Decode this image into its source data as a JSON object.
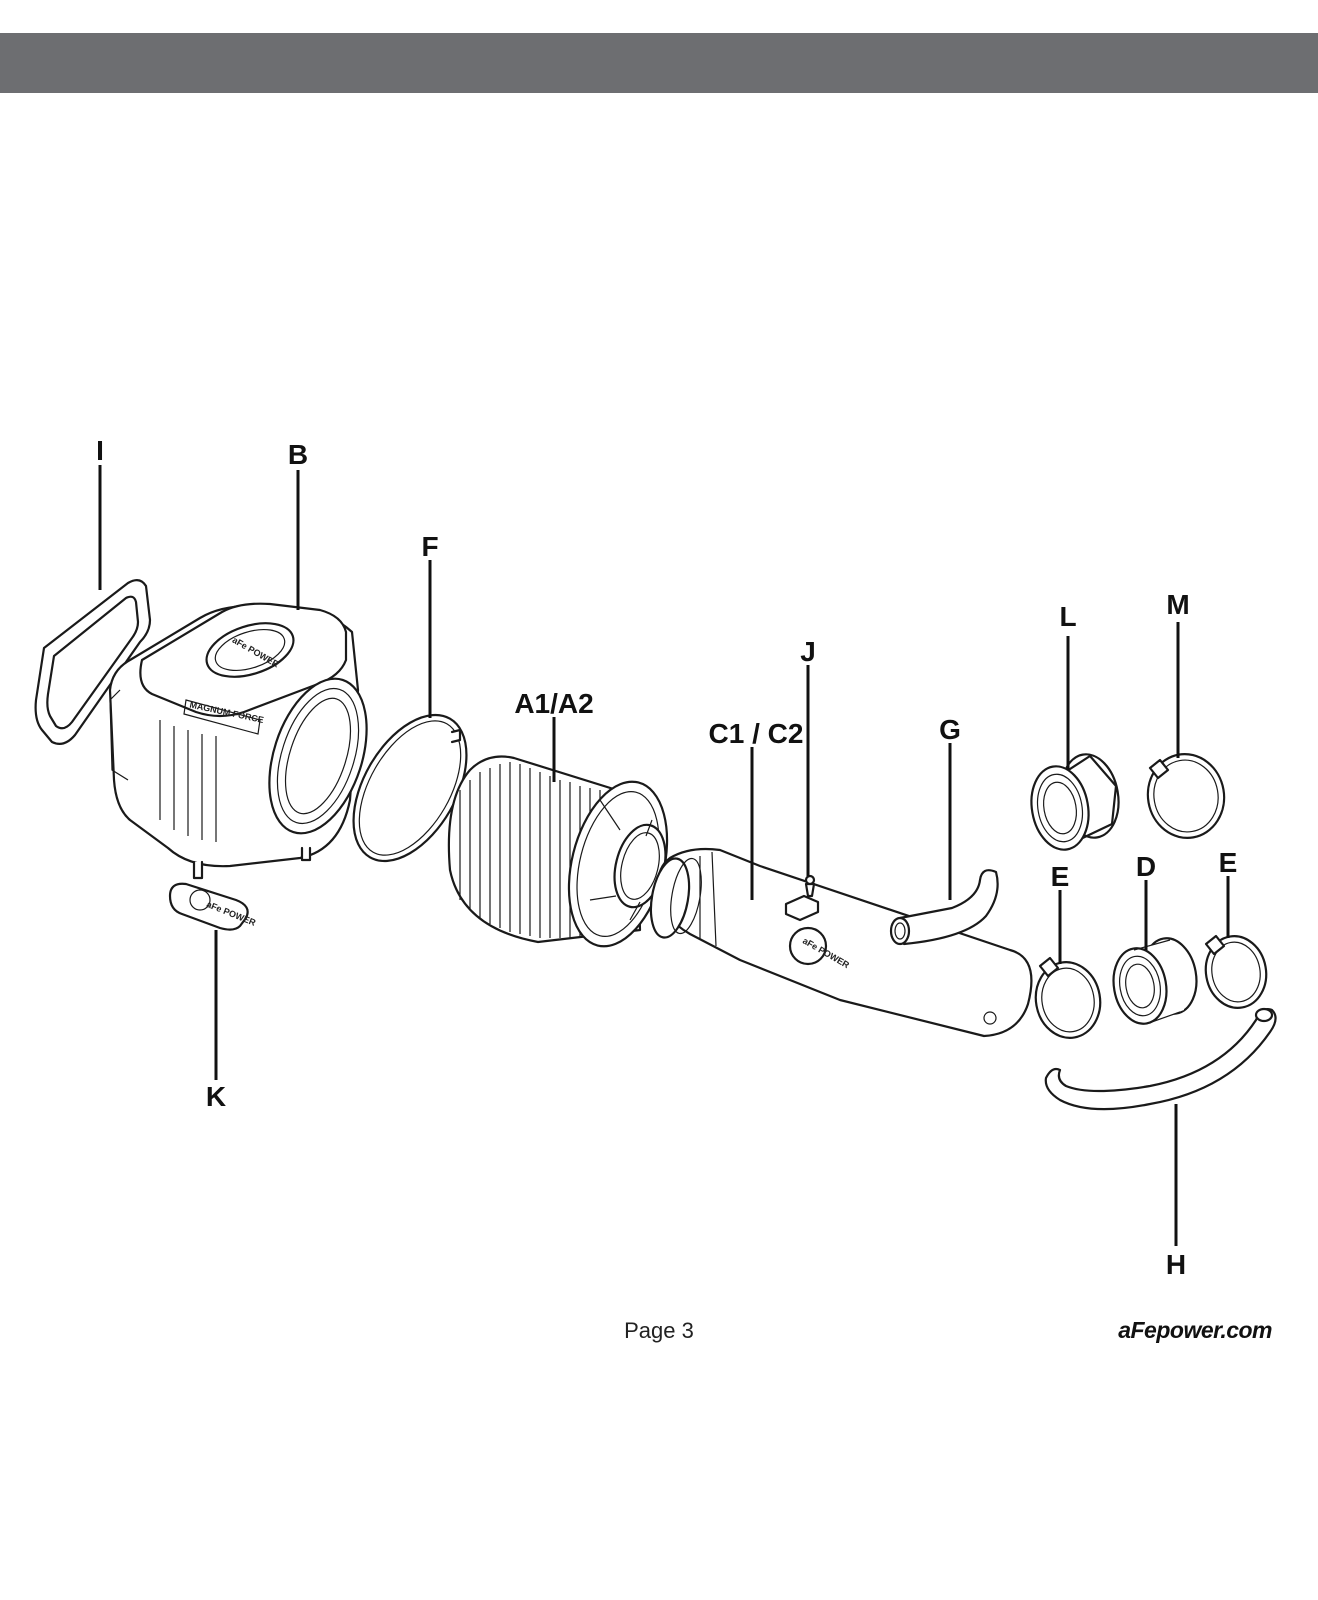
{
  "callouts": {
    "I": "I",
    "B": "B",
    "F": "F",
    "A": "A1/A2",
    "J": "J",
    "C": "C1 / C2",
    "G": "G",
    "L": "L",
    "M": "M",
    "E1": "E",
    "D": "D",
    "E2": "E",
    "K": "K",
    "H": "H"
  },
  "footer": {
    "page": "Page 3",
    "site": "aFepower.com"
  }
}
